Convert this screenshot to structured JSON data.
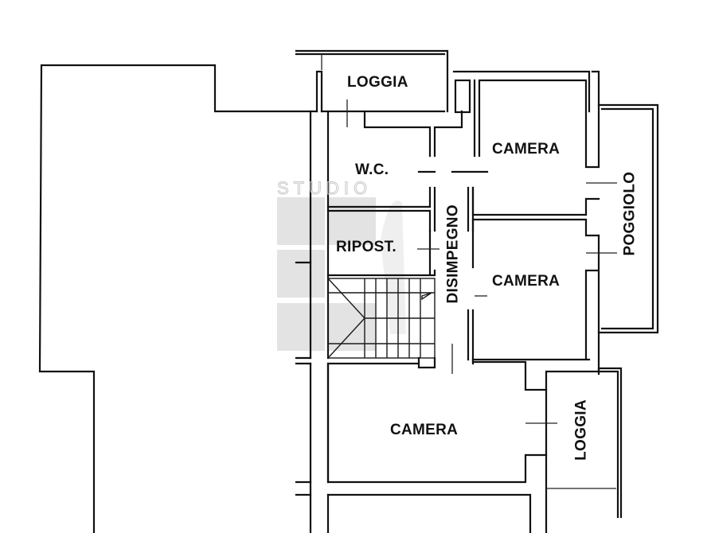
{
  "plan": {
    "watermark": "STUDIO",
    "rooms": [
      {
        "id": "loggia-top",
        "label": "LOGGIA"
      },
      {
        "id": "wc",
        "label": "W.C."
      },
      {
        "id": "ripostiglio",
        "label": "RIPOST."
      },
      {
        "id": "disimpegno",
        "label": "DISIMPEGNO"
      },
      {
        "id": "camera-top",
        "label": "CAMERA"
      },
      {
        "id": "camera-middle",
        "label": "CAMERA"
      },
      {
        "id": "camera-bottom",
        "label": "CAMERA"
      },
      {
        "id": "poggiolo",
        "label": "POGGIOLO"
      },
      {
        "id": "loggia-bottom",
        "label": "LOGGIA"
      }
    ]
  },
  "colors": {
    "wall": "#111111",
    "background": "#ffffff",
    "watermark": "#d9d9d9"
  }
}
